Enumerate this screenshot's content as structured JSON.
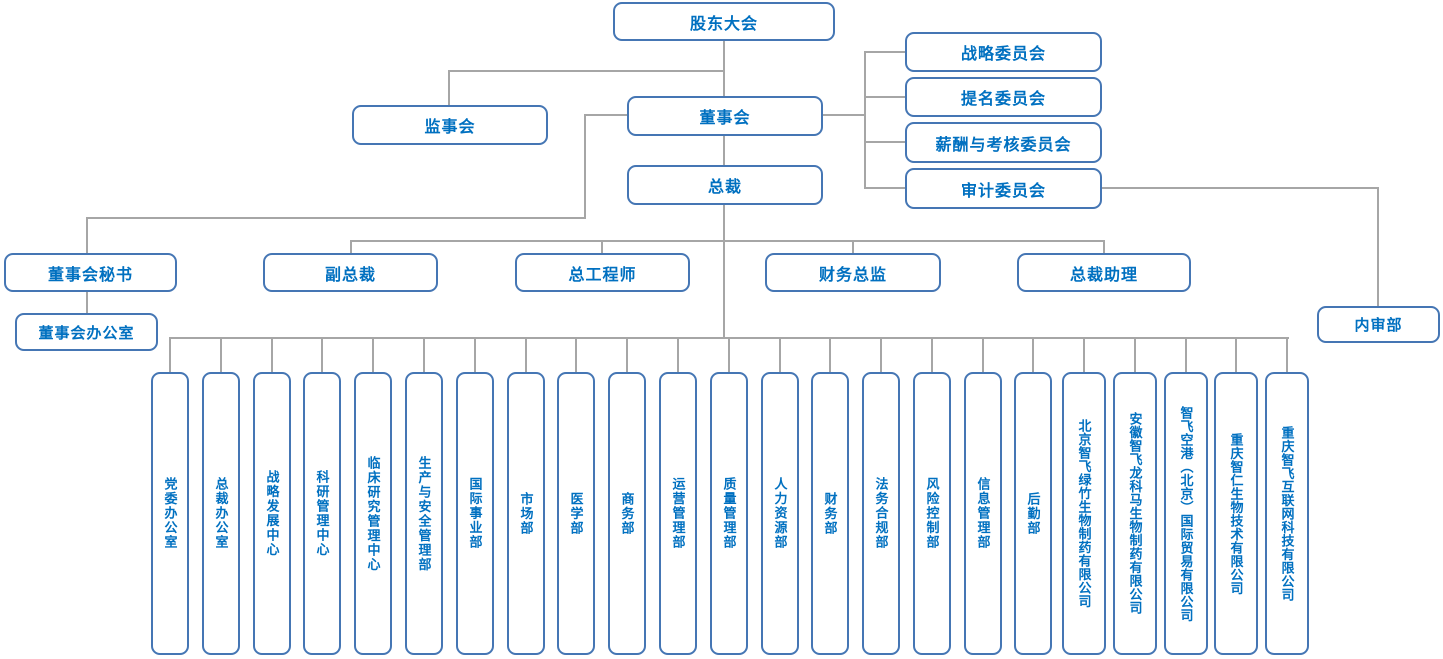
{
  "org": {
    "shareholders": "股东大会",
    "supervisory_board": "监事会",
    "board": "董事会",
    "president": "总裁",
    "committees": [
      "战略委员会",
      "提名委员会",
      "薪酬与考核委员会",
      "审计委员会"
    ],
    "executives": [
      "董事会秘书",
      "副总裁",
      "总工程师",
      "财务总监",
      "总裁助理"
    ],
    "board_office": "董事会办公室",
    "internal_audit": "内审部",
    "departments": [
      "党委办公室",
      "总裁办公室",
      "战略发展中心",
      "科研管理中心",
      "临床研究管理中心",
      "生产与安全管理部",
      "国际事业部",
      "市场部",
      "医学部",
      "商务部",
      "运营管理部",
      "质量管理部",
      "人力资源部",
      "财务部",
      "法务合规部",
      "风险控制部",
      "信息管理部",
      "后勤部"
    ],
    "subsidiaries": [
      "北京智飞绿竹生物制药有限公司",
      "安徽智飞龙科马生物制药有限公司",
      "智飞空港（北京）国际贸易有限公司",
      "重庆智仁生物技术有限公司",
      "重庆智飞互联网科技有限公司"
    ]
  },
  "colors": {
    "background": "#ffffff",
    "box_border": "#4576b4",
    "text": "#0070c0",
    "connector": "#a6a6a6"
  }
}
